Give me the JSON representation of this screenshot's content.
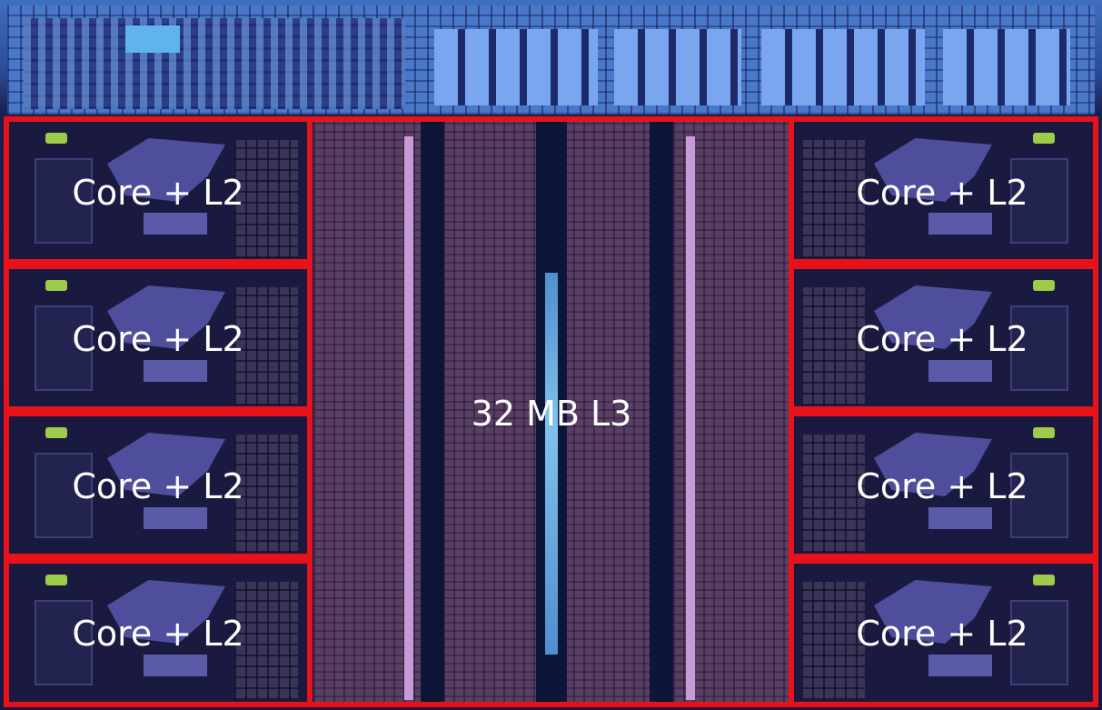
{
  "diagram": {
    "regions": {
      "l3": {
        "label": "32 MB L3"
      },
      "cores": [
        {
          "id": "left-1",
          "label": "Core + L2"
        },
        {
          "id": "left-2",
          "label": "Core + L2"
        },
        {
          "id": "left-3",
          "label": "Core + L2"
        },
        {
          "id": "left-4",
          "label": "Core + L2"
        },
        {
          "id": "right-1",
          "label": "Core + L2"
        },
        {
          "id": "right-2",
          "label": "Core + L2"
        },
        {
          "id": "right-3",
          "label": "Core + L2"
        },
        {
          "id": "right-4",
          "label": "Core + L2"
        }
      ]
    },
    "colors": {
      "outline": "#e8121a",
      "label_text": "#ffffff",
      "core_accent": "#9ecb4a",
      "cache_bus": "#c79ad8"
    }
  }
}
